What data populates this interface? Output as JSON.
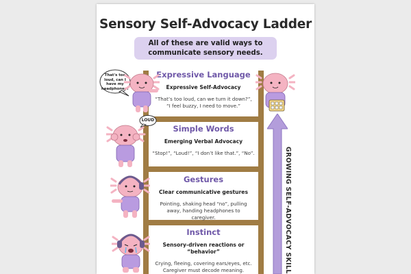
{
  "title": "Sensory Self-Advocacy Ladder",
  "subtitle_lines": [
    "All of these are valid ways to",
    "communicate sensory needs."
  ],
  "side_label": "GROWING SELF-ADVOCACY SKILLS",
  "speech_bubble": {
    "lines": [
      "That's too",
      "loud, can I",
      "have my",
      "headphones?"
    ]
  },
  "loud_bubble": "LOUD",
  "steps": [
    {
      "title": "Expressive Language",
      "subtitle": "Expressive Self-Advocacy",
      "desc_lines": [
        "“That’s too loud, can we turn it down?”,",
        "“I feel buzzy, I need to move.”"
      ]
    },
    {
      "title": "Simple Words",
      "subtitle": "Emerging Verbal Advocacy",
      "desc_lines": [
        "“Stop!”, “Loud!”, “I don’t like that.”, “No”."
      ]
    },
    {
      "title": "Gestures",
      "subtitle": "Clear communicative gestures",
      "desc_lines": [
        "Pointing, shaking head “no”, pulling",
        "away, handing headphones to",
        "caregiver."
      ]
    },
    {
      "title": "Instinct",
      "subtitle_lines": [
        "Sensory-driven reactions or",
        "“behavior”"
      ],
      "desc_lines": [
        "Crying, fleeing, covering ears/eyes, etc.",
        "Caregiver must decode meaning."
      ]
    }
  ],
  "colors": {
    "accent": "#6f58a8",
    "pill": "#dcd1ef",
    "ladder": "#a07c44",
    "arrow": "#b39ddb",
    "axolotl": "#f4b3c2",
    "shirt": "#b99be0"
  }
}
